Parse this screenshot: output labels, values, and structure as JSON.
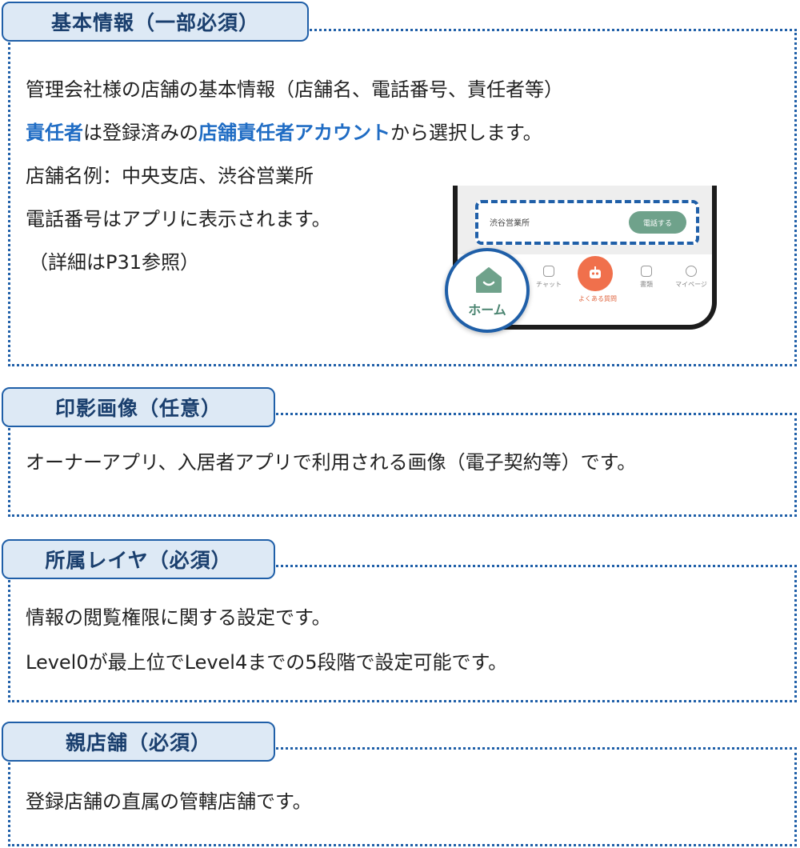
{
  "sections": {
    "basic": {
      "title": "基本情報（一部必須）",
      "line1": "管理会社様の店舗の基本情報（店舗名、電話番号、責任者等）",
      "line2_hl1": "責任者",
      "line2_t1": "は登録済みの",
      "line2_hl2": "店舗責任者アカウント",
      "line2_t2": "から選択します。",
      "line3": "店舗名例：中央支店、渋谷営業所",
      "line4": "電話番号はアプリに表示されます。",
      "line5": "（詳細はP31参照）"
    },
    "seal": {
      "title": "印影画像（任意）",
      "line1": "オーナーアプリ、入居者アプリで利用される画像（電子契約等）です。"
    },
    "layer": {
      "title": "所属レイヤ（必須）",
      "line1": "情報の閲覧権限に関する設定です。",
      "line2": "Level0が最上位でLevel4までの5段階で設定可能です。"
    },
    "parent": {
      "title": "親店舗（必須）",
      "line1": "登録店舗の直属の管轄店舗です。"
    }
  },
  "phone": {
    "store_name": "渋谷営業所",
    "call_button": "電話する",
    "nav": {
      "home": "ホーム",
      "chat": "チャット",
      "faq": "よくある質問",
      "docs": "書類",
      "mypage": "マイページ"
    }
  },
  "colors": {
    "accent": "#1f5fa8",
    "highlight_text": "#1f6cc4",
    "tab_bg": "#dde9f5",
    "home_green": "#6fa28b",
    "faq_orange": "#f0704c"
  }
}
